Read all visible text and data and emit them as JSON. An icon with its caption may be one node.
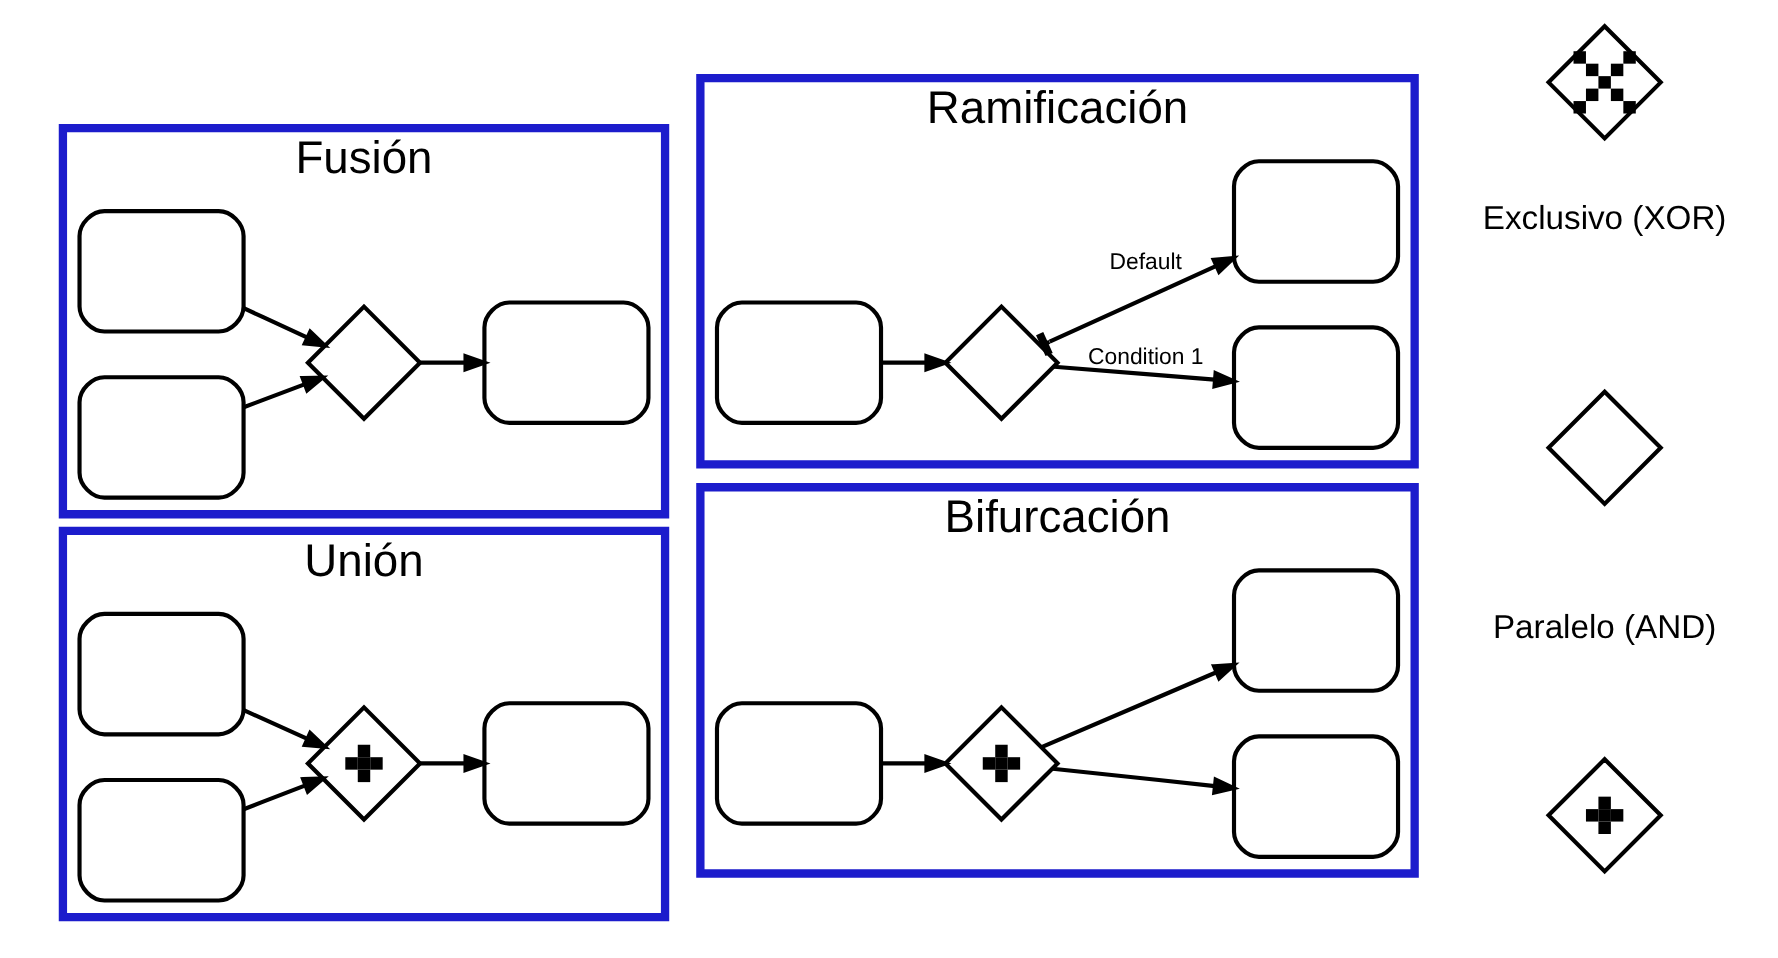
{
  "diagram": {
    "nodes": [
      {
        "text": [
          "Unión"
        ]
      },
      {
        "text": [],
        "shape": "box",
        "in": 0
      },
      {
        "text": [],
        "shape": "box",
        "in": 0
      },
      {
        "text": [],
        "shape": "diamond",
        "in": 0
      },
      {
        "text": [],
        "shape": "box",
        "in": 0
      },
      {
        "text": [
          "Bifurcación"
        ]
      },
      {
        "text": [],
        "shape": "box",
        "in": 5
      },
      {
        "text": [],
        "shape": "diamond",
        "in": 5
      },
      {
        "text": [],
        "shape": "box",
        "in": 5
      },
      {
        "text": [],
        "shape": "box",
        "in": 5
      },
      {
        "text": [],
        "shape": "diamond"
      },
      {
        "text": [
          "Fusión"
        ]
      },
      {
        "text": [],
        "shape": "box",
        "in": 11
      },
      {
        "text": [],
        "shape": "box",
        "in": 11
      },
      {
        "text": [],
        "shape": "diamond",
        "in": 11
      },
      {
        "text": [],
        "shape": "box",
        "in": 11
      },
      {
        "text": [
          "Ramificación"
        ]
      },
      {
        "text": [],
        "shape": "box",
        "in": 16
      },
      {
        "text": [],
        "shape": "diamond",
        "in": 16
      },
      {
        "text": [],
        "shape": "box",
        "in": 16
      },
      {
        "text": [],
        "shape": "box",
        "in": 16
      },
      {
        "text": [],
        "shape": "diamond"
      },
      {
        "text": [],
        "shape": "diamond"
      }
    ],
    "edges": [
      {
        "from": 1,
        "to": 3,
        "arrow": "to"
      },
      {
        "from": 2,
        "to": 3,
        "arrow": "to"
      },
      {
        "from": 3,
        "to": 4,
        "arrow": "to"
      },
      {
        "from": 6,
        "to": 7,
        "arrow": "to"
      },
      {
        "from": 7,
        "to": 8,
        "arrow": "to"
      },
      {
        "from": 7,
        "to": 9,
        "arrow": "to"
      },
      {
        "from": 12,
        "to": 14,
        "arrow": "to"
      },
      {
        "from": 13,
        "to": 14,
        "arrow": "to"
      },
      {
        "from": 14,
        "to": 15,
        "arrow": "to"
      },
      {
        "from": 17,
        "to": 18,
        "arrow": "to"
      },
      {
        "from": 18,
        "to": 19,
        "arrow": "to",
        "label": "Condition 1"
      },
      {
        "from": 18,
        "to": 20,
        "arrow": "to",
        "label": "Default"
      }
    ],
    "labels": [
      "Paralelo (AND)",
      "Exclusivo (XOR)"
    ]
  }
}
